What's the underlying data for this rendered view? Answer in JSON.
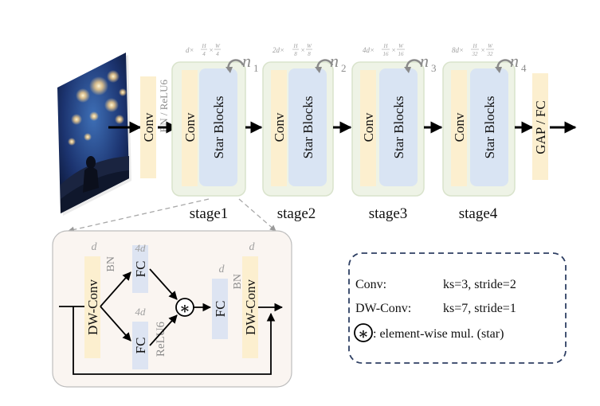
{
  "input_image": {
    "description_icon": "starry-night-photo-icon"
  },
  "stem": {
    "conv_label": "Conv",
    "bn_label": "BN / ReLU6"
  },
  "stages": [
    {
      "conv_label": "Conv",
      "block_label": "Star Blocks",
      "stage_label": "stage1",
      "repeat_symbol": "n",
      "repeat_sub": "1",
      "dim_prefix": "d×",
      "h_num": "H",
      "h_den": "4",
      "w_num": "W",
      "w_den": "4"
    },
    {
      "conv_label": "Conv",
      "block_label": "Star Blocks",
      "stage_label": "stage2",
      "repeat_symbol": "n",
      "repeat_sub": "2",
      "dim_prefix": "2d×",
      "h_num": "H",
      "h_den": "8",
      "w_num": "W",
      "w_den": "8"
    },
    {
      "conv_label": "Conv",
      "block_label": "Star Blocks",
      "stage_label": "stage3",
      "repeat_symbol": "n",
      "repeat_sub": "3",
      "dim_prefix": "4d×",
      "h_num": "H",
      "h_den": "16",
      "w_num": "W",
      "w_den": "16"
    },
    {
      "conv_label": "Conv",
      "block_label": "Star Blocks",
      "stage_label": "stage4",
      "repeat_symbol": "n",
      "repeat_sub": "4",
      "dim_prefix": "8d×",
      "h_num": "H",
      "h_den": "32",
      "w_num": "W",
      "w_den": "32"
    }
  ],
  "head": {
    "label": "GAP / FC"
  },
  "star_block": {
    "dw_conv_1": "DW-Conv",
    "dw_conv_1_dim": "d",
    "dw_conv_1_bn": "BN",
    "fc_top": "FC",
    "fc_top_dim": "4d",
    "fc_bottom": "FC",
    "fc_bottom_dim": "4d",
    "fc_bottom_act": "ReLU6",
    "star_symbol": "∗",
    "fc_out": "FC",
    "fc_out_dim": "d",
    "fc_out_bn": "BN",
    "dw_conv_2": "DW-Conv",
    "dw_conv_2_dim": "d"
  },
  "legend": {
    "conv_key": "Conv:",
    "conv_value": "ks=3, stride=2",
    "dwconv_key": "DW-Conv:",
    "dwconv_value": "ks=7, stride=1",
    "star_symbol": "∗",
    "star_value": ":  element-wise mul. (star)"
  },
  "colors": {
    "conv_fill": "#fcefcf",
    "stage_fill": "#eef3e6",
    "stage_stroke": "#d9e3cc",
    "star_fill": "#d9e4f3",
    "fc_fill": "#dde4f2",
    "detail_fill": "#faf5f1",
    "legend_border": "#2e3f63"
  }
}
